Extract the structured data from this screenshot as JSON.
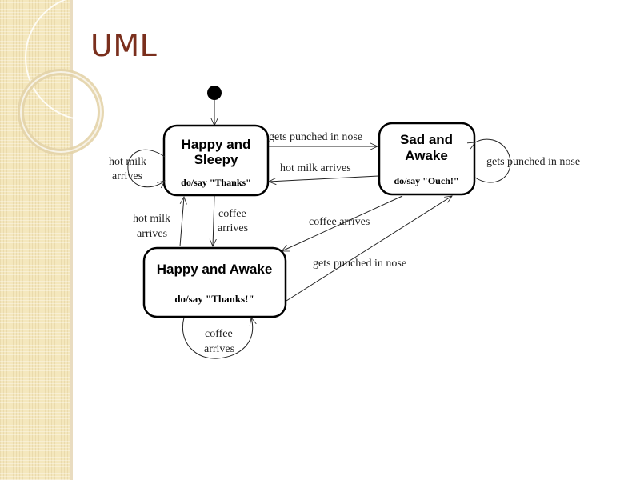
{
  "slide": {
    "title": "UML"
  },
  "colors": {
    "title": "#7a2f1d",
    "band": "#f4e7bd"
  },
  "states": {
    "happy_sleepy": {
      "name_line1": "Happy and",
      "name_line2": "Sleepy",
      "activity": "do/say \"Thanks\""
    },
    "sad_awake": {
      "name_line1": "Sad and",
      "name_line2": "Awake",
      "activity": "do/say \"Ouch!\""
    },
    "happy_awake": {
      "name": "Happy and Awake",
      "activity": "do/say \"Thanks!\""
    }
  },
  "transitions": {
    "punch_top": "gets punched in nose",
    "milk_back": "hot milk arrives",
    "self_sleepy_l1": "hot milk",
    "self_sleepy_l2": "arrives",
    "self_sad": "gets punched in nose",
    "up_l1": "hot milk",
    "up_l2": "arrives",
    "down_l1": "coffee",
    "down_l2": "arrives",
    "sad_to_awake": "coffee arrives",
    "awake_to_sad": "gets punched in nose",
    "self_awake_l1": "coffee",
    "self_awake_l2": "arrives"
  }
}
